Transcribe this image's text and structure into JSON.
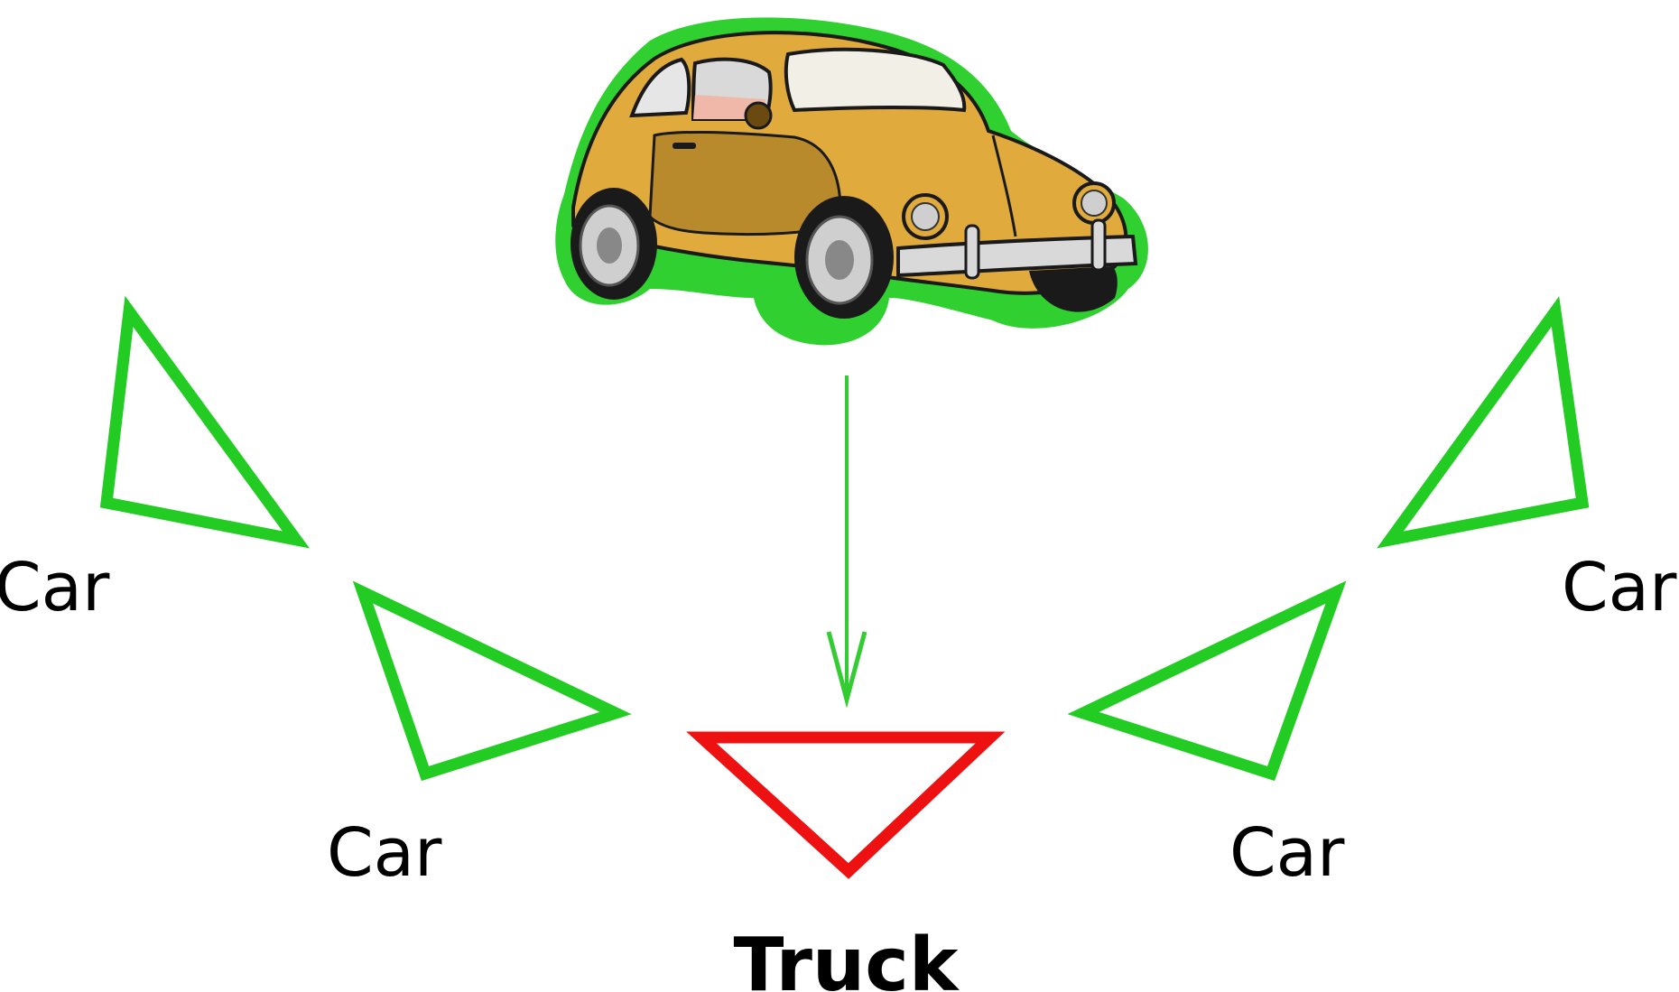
{
  "labels": {
    "car_far_left": "Car",
    "car_near_left": "Car",
    "car_near_right": "Car",
    "car_far_right": "Car",
    "truck": "Truck"
  },
  "colors": {
    "car_outline": "#22cc22",
    "truck_outline": "#ee1111",
    "arrow": "#33cc33",
    "car_body": "#e0ab3c",
    "text": "#000000"
  },
  "icons": {
    "center_image": "beetle-car-icon"
  }
}
